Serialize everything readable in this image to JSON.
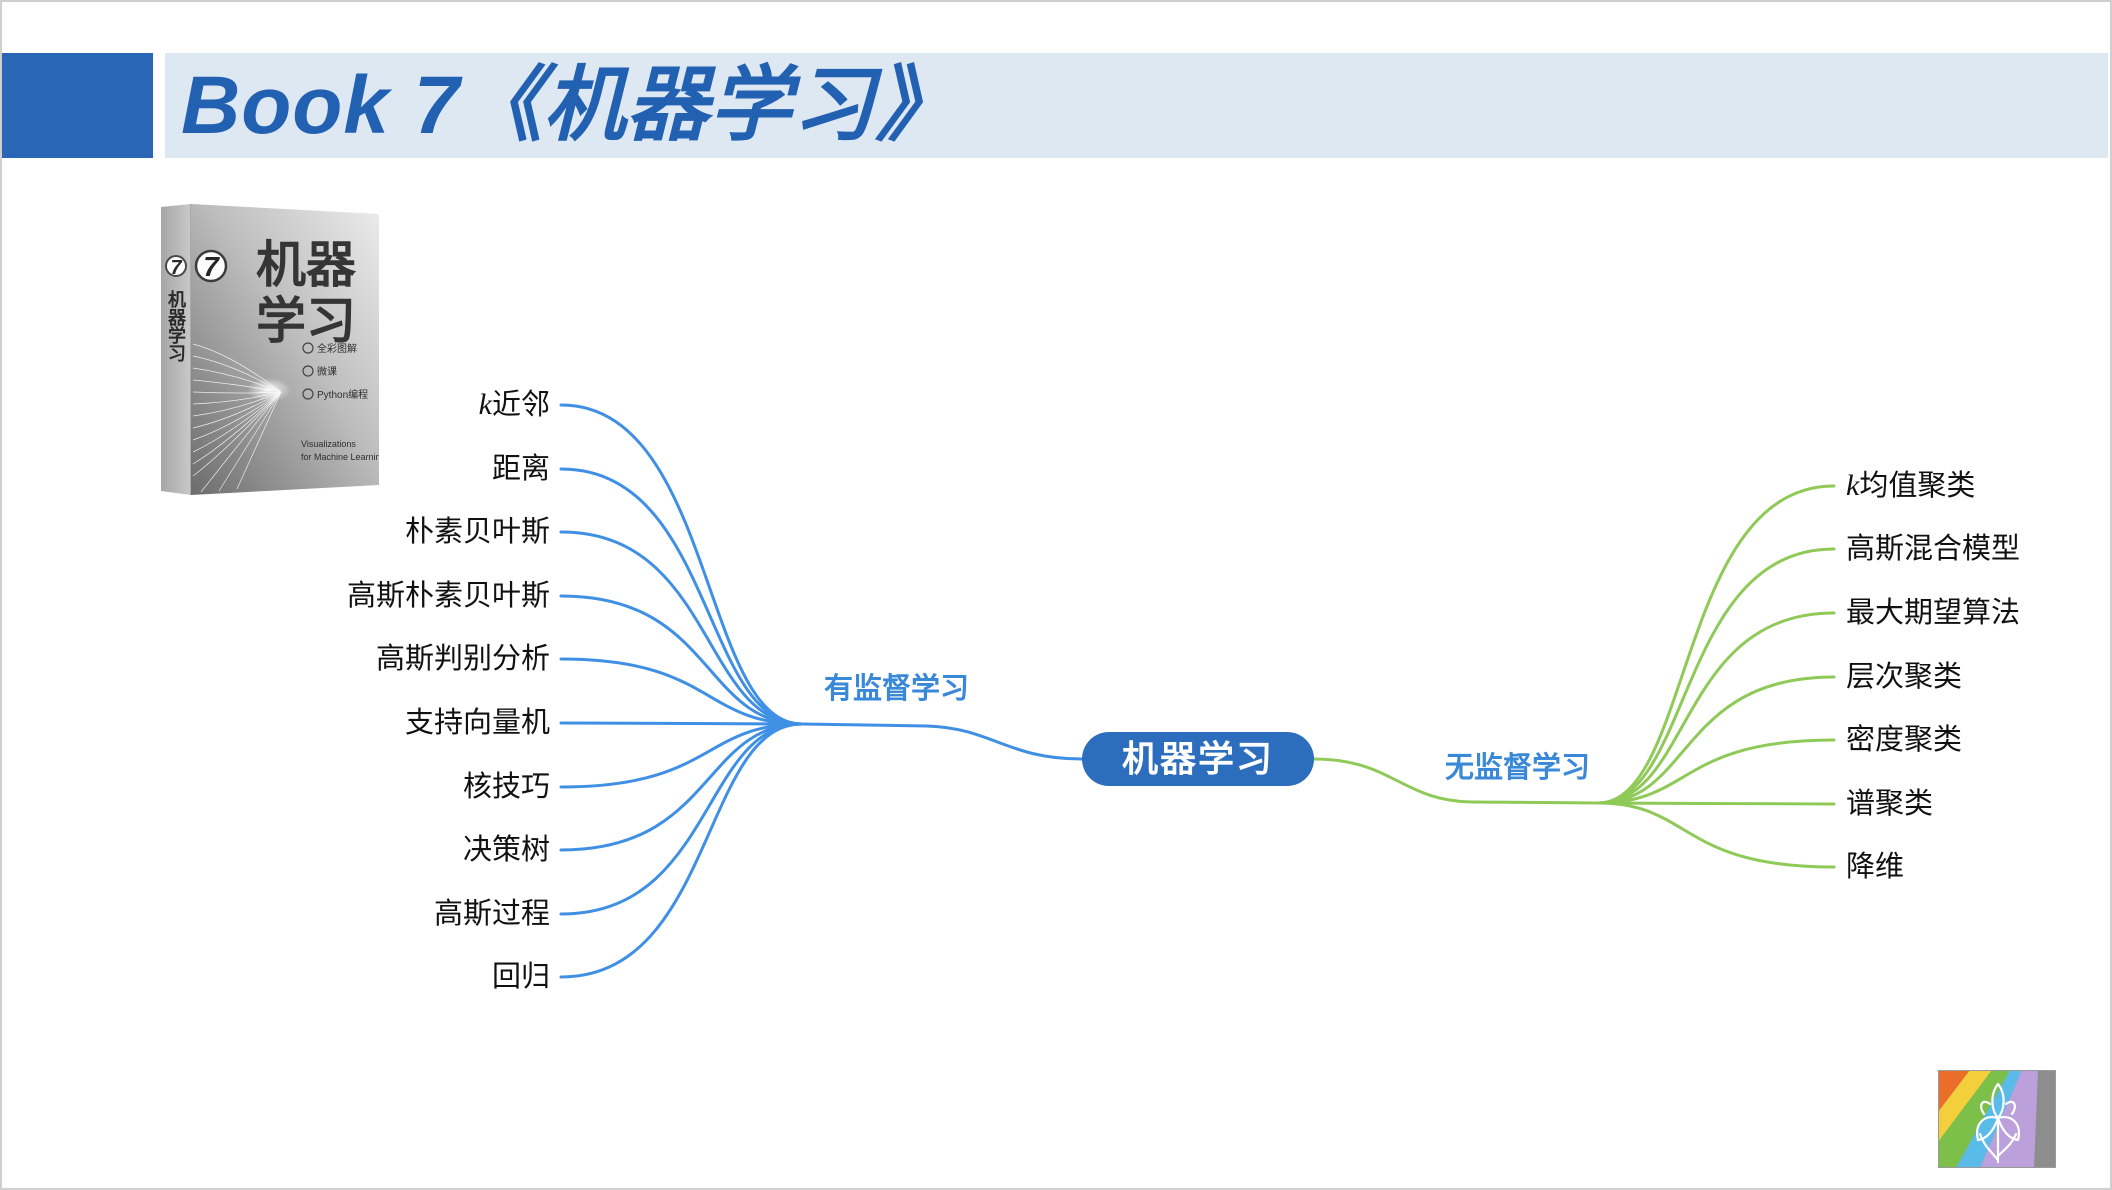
{
  "slide": {
    "title": "Book 7《机器学习》"
  },
  "colors": {
    "header_dark": "#2a66b6",
    "header_light": "#dee8f3",
    "title": "#2261b2",
    "root_fill": "#2d6dbd",
    "branch_label": "#3a88d8",
    "supervised_line": "#3f90e4",
    "unsupervised_line": "#8fc957",
    "leaf_text": "#111111"
  },
  "book_cover": {
    "number": "7",
    "title_line1": "机器",
    "title_line2": "学习",
    "features": [
      "全彩图解",
      "微课",
      "Python编程"
    ],
    "english_line1": "Visualizations",
    "english_line2": "for Machine Learning",
    "spine_number": "7",
    "spine_title": "机器学习"
  },
  "mind_map": {
    "root": "机器学习",
    "branches": [
      {
        "label": "有监督学习",
        "leaves": [
          {
            "prefix": "k",
            "text": "近邻"
          },
          {
            "text": "距离"
          },
          {
            "text": "朴素贝叶斯"
          },
          {
            "text": "高斯朴素贝叶斯"
          },
          {
            "text": "高斯判别分析"
          },
          {
            "text": "支持向量机"
          },
          {
            "text": "核技巧"
          },
          {
            "text": "决策树"
          },
          {
            "text": "高斯过程"
          },
          {
            "text": "回归"
          }
        ]
      },
      {
        "label": "无监督学习",
        "leaves": [
          {
            "prefix": "k",
            "text": "均值聚类"
          },
          {
            "text": "高斯混合模型"
          },
          {
            "text": "最大期望算法"
          },
          {
            "text": "层次聚类"
          },
          {
            "text": "密度聚类"
          },
          {
            "text": "谱聚类"
          },
          {
            "text": "降维"
          }
        ]
      }
    ]
  },
  "logo": {
    "icon": "iris-flower-icon"
  }
}
